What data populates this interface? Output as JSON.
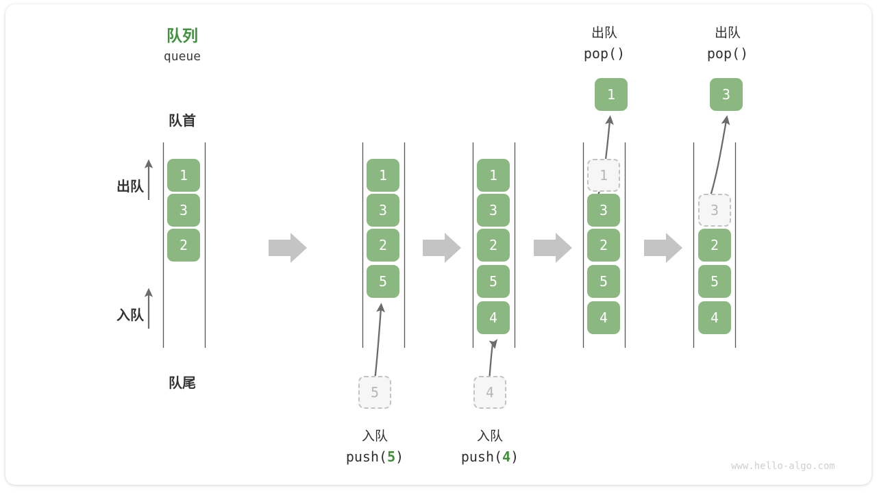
{
  "diagram": {
    "title_cn": "队列",
    "title_en": "queue",
    "front_label": "队首",
    "rear_label": "队尾",
    "dequeue_side_label": "出队",
    "enqueue_side_label": "入队",
    "watermark": "www.hello-algo.com",
    "colors": {
      "cell_fill": "#8ab880",
      "cell_text": "#ffffff",
      "ghost_fill": "#f6f6f6",
      "ghost_border": "#c2c2c2",
      "ghost_text": "#b6b6b6",
      "title_green": "#41903d",
      "rail": "#555555",
      "arrow_gray": "#c4c4c4",
      "curve_arrow": "#6b6b6b"
    }
  },
  "steps": [
    {
      "id": "initial",
      "caption_cn": "",
      "caption_code": "",
      "cells": [
        {
          "value": "1",
          "state": "filled"
        },
        {
          "value": "3",
          "state": "filled"
        },
        {
          "value": "2",
          "state": "filled"
        }
      ]
    },
    {
      "id": "push-5",
      "caption_cn": "入队",
      "caption_code_prefix": "push(",
      "caption_code_arg": "5",
      "caption_code_suffix": ")",
      "incoming_value": "5",
      "cells": [
        {
          "value": "1",
          "state": "filled"
        },
        {
          "value": "3",
          "state": "filled"
        },
        {
          "value": "2",
          "state": "filled"
        },
        {
          "value": "5",
          "state": "filled"
        }
      ]
    },
    {
      "id": "push-4",
      "caption_cn": "入队",
      "caption_code_prefix": "push(",
      "caption_code_arg": "4",
      "caption_code_suffix": ")",
      "incoming_value": "4",
      "cells": [
        {
          "value": "1",
          "state": "filled"
        },
        {
          "value": "3",
          "state": "filled"
        },
        {
          "value": "2",
          "state": "filled"
        },
        {
          "value": "5",
          "state": "filled"
        },
        {
          "value": "4",
          "state": "filled"
        }
      ]
    },
    {
      "id": "pop-1",
      "caption_cn": "出队",
      "caption_code_prefix": "pop(",
      "caption_code_arg": "",
      "caption_code_suffix": ")",
      "popped_value": "1",
      "cells": [
        {
          "value": "1",
          "state": "ghost"
        },
        {
          "value": "3",
          "state": "filled"
        },
        {
          "value": "2",
          "state": "filled"
        },
        {
          "value": "5",
          "state": "filled"
        },
        {
          "value": "4",
          "state": "filled"
        }
      ]
    },
    {
      "id": "pop-3",
      "caption_cn": "出队",
      "caption_code_prefix": "pop(",
      "caption_code_arg": "",
      "caption_code_suffix": ")",
      "popped_value": "3",
      "cells": [
        {
          "value": "",
          "state": "empty"
        },
        {
          "value": "3",
          "state": "ghost"
        },
        {
          "value": "2",
          "state": "filled"
        },
        {
          "value": "5",
          "state": "filled"
        },
        {
          "value": "4",
          "state": "filled"
        }
      ]
    }
  ]
}
